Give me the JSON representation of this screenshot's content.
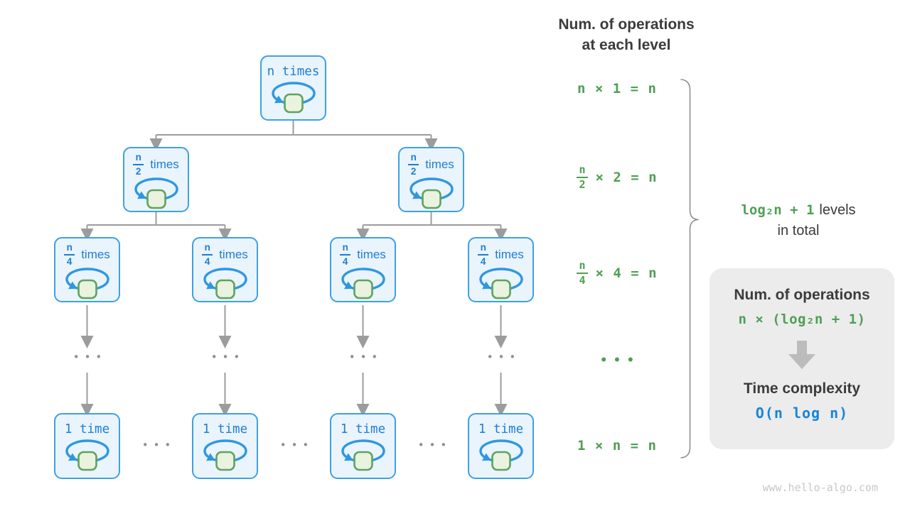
{
  "header": {
    "line1": "Num. of operations",
    "line2": "at each level"
  },
  "tree": {
    "root_label": "n times",
    "l2": {
      "num": "n",
      "den": "2",
      "suffix": "times"
    },
    "l3": {
      "num": "n",
      "den": "4",
      "suffix": "times"
    },
    "leaf_label": "1 time",
    "ellipsis": "•••"
  },
  "equations": {
    "level1": "n × 1 = n",
    "level2": {
      "num": "n",
      "den": "2",
      "rest": "× 2 = n"
    },
    "level3": {
      "num": "n",
      "den": "4",
      "rest": "× 4 = n"
    },
    "ellipsis": "•••",
    "leaf": "1 × n = n"
  },
  "brace_note": {
    "math": "log₂n + 1",
    "text": "levels",
    "line2": "in total"
  },
  "summary_box": {
    "title": "Num. of operations",
    "operations": "n × (log₂n + 1)",
    "subtitle": "Time complexity",
    "complexity": "O(n log n)"
  },
  "watermark": "www.hello-algo.com",
  "colors": {
    "node_border_blue": "#3fa0e4",
    "node_fill_blue": "#e9f4fc",
    "node_text_blue": "#1f7dd3",
    "loop_blue": "#2f97e2",
    "square_fill_green": "#e9f3e0",
    "square_border_green": "#5fa35d",
    "equation_green": "#4f9f54",
    "complexity_blue": "#1685da",
    "arrow_gray": "#9c9c9c",
    "box_gray": "#ececec",
    "text_dark": "#3b3b3b"
  }
}
